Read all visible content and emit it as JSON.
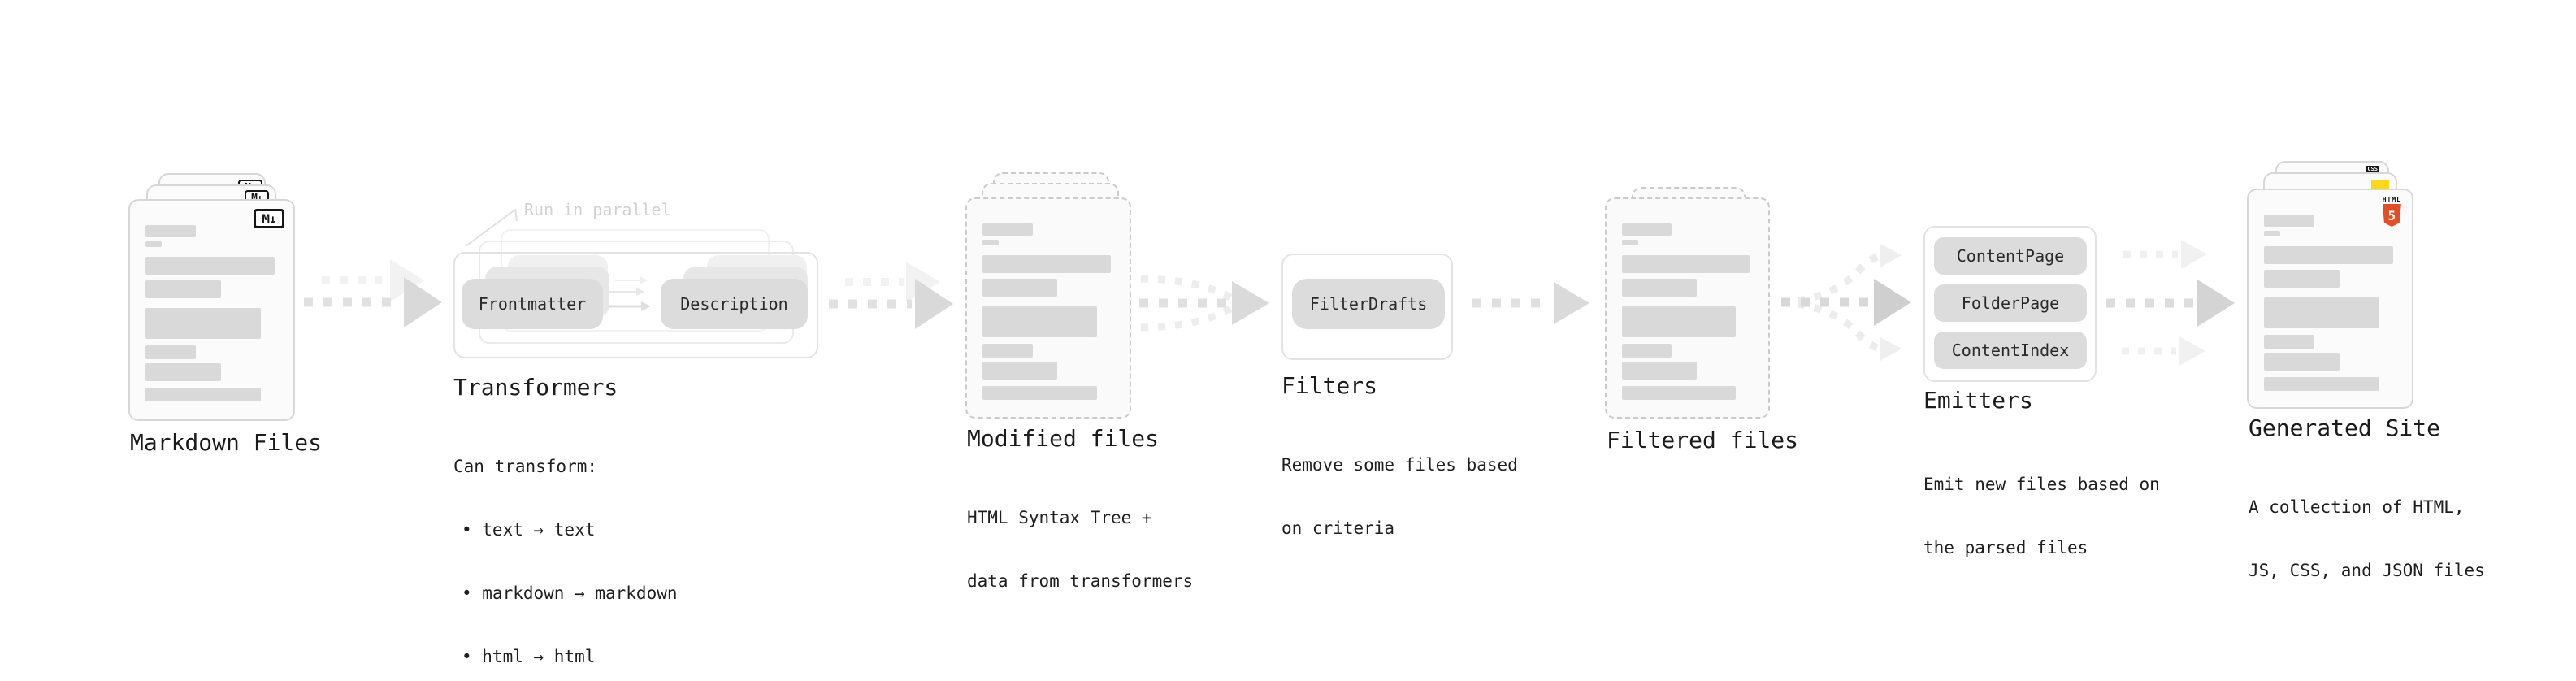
{
  "diagram": {
    "markdown_files": {
      "title": "Markdown Files",
      "badge": "M↓"
    },
    "transformers": {
      "note": "Run in parallel",
      "pill_left": "Frontmatter",
      "pill_right": "Description",
      "title": "Transformers",
      "desc_heading": "Can transform:",
      "bullets": [
        "• text → text",
        "• markdown → markdown",
        "• html → html"
      ]
    },
    "modified_files": {
      "title": "Modified files",
      "subtitle_line1": "HTML Syntax Tree +",
      "subtitle_line2": "data from transformers"
    },
    "filters": {
      "pill": "FilterDrafts",
      "title": "Filters",
      "subtitle_line1": "Remove some files based",
      "subtitle_line2": "on criteria"
    },
    "filtered_files": {
      "title": "Filtered files"
    },
    "emitters": {
      "pills": [
        "ContentPage",
        "FolderPage",
        "ContentIndex"
      ],
      "title": "Emitters",
      "subtitle_line1": "Emit new files based on",
      "subtitle_line2": "the parsed files"
    },
    "generated_site": {
      "badge_css": "CSS",
      "badge_html_label": "HTML",
      "badge_html_number": "5",
      "title": "Generated Site",
      "subtitle_line1": "A collection of HTML,",
      "subtitle_line2": "JS, CSS, and JSON files"
    }
  },
  "colors": {
    "html5_orange": "#e44d26",
    "js_yellow": "#ffd915",
    "css_blue": "#2062f3",
    "bar_gray": "#d9d9d9",
    "arrow_gray": "#d9d9d9"
  }
}
